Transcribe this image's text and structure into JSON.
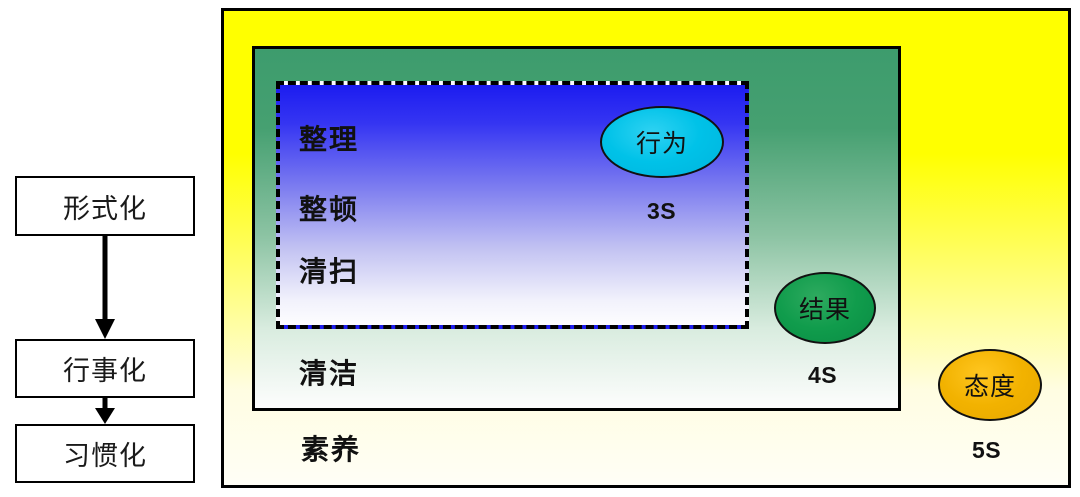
{
  "flow": {
    "steps": [
      {
        "label": "形式化"
      },
      {
        "label": "行事化"
      },
      {
        "label": "习惯化"
      }
    ],
    "arrows": [
      {
        "name": "arrow-formalize-to-routinize"
      },
      {
        "name": "arrow-routinize-to-habituate"
      }
    ]
  },
  "panels": {
    "outer": {
      "name": "5S",
      "fill_top": "#FFFF00",
      "fill_bottom": "#FFFEF6",
      "border": "#000000"
    },
    "middle": {
      "name": "4S",
      "fill_top": "#3D9C6D",
      "fill_bottom": "#FDFDFD",
      "border": "#000000"
    },
    "inner": {
      "name": "3S",
      "fill_top": "#1C1CF0",
      "fill_bottom": "#FDFDFF",
      "border": "#000000",
      "border_style": "dashed"
    }
  },
  "s_items": [
    {
      "label": "整理",
      "tier": "3S"
    },
    {
      "label": "整顿",
      "tier": "3S"
    },
    {
      "label": "清扫",
      "tier": "3S"
    },
    {
      "label": "清洁",
      "tier": "4S"
    },
    {
      "label": "素养",
      "tier": "5S"
    }
  ],
  "tags": [
    {
      "label": "行为",
      "tier": "3S",
      "color": "#00C2E8"
    },
    {
      "label": "结果",
      "tier": "4S",
      "color": "#109C4C"
    },
    {
      "label": "态度",
      "tier": "5S",
      "color": "#F2B200"
    }
  ],
  "captions": {
    "three_s": "3S",
    "four_s": "4S",
    "five_s": "5S"
  }
}
